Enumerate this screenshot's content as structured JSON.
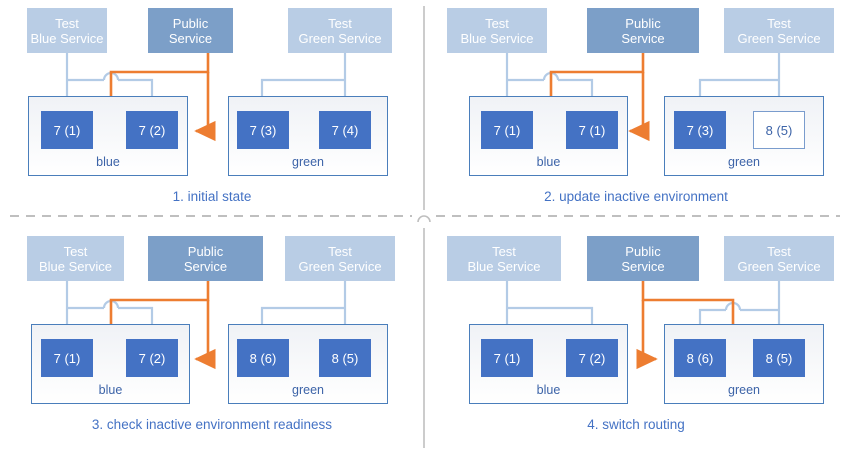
{
  "colors": {
    "test_service_bg": "#b9cde5",
    "public_service_bg": "#7c9fc8",
    "node_bg": "#4472c4",
    "node_text": "#ffffff",
    "outline_node_border": "#7a9ccd",
    "outline_node_text": "#3d64a8",
    "env_border": "#4a7ebb",
    "arrow_blue": "#b3cbe6",
    "arrow_orange": "#ed7d31",
    "caption_text": "#4472c4",
    "divider": "#bfbfbf"
  },
  "labels": {
    "test_blue_service": "Test\nBlue Service",
    "test_blue_line1": "Test",
    "test_blue_line2": "Blue Service",
    "public_line1": "Public",
    "public_line2": "Service",
    "test_green_line1": "Test",
    "test_green_line2": "Green Service",
    "env_blue": "blue",
    "env_green": "green"
  },
  "panels": [
    {
      "id": "panel-1",
      "caption": "1. initial state",
      "blue_nodes": [
        {
          "label": "7 (1)",
          "style": "filled"
        },
        {
          "label": "7 (2)",
          "style": "filled"
        }
      ],
      "green_nodes": [
        {
          "label": "7 (3)",
          "style": "filled"
        },
        {
          "label": "7 (4)",
          "style": "filled"
        }
      ],
      "public_routes_to": "blue"
    },
    {
      "id": "panel-2",
      "caption": "2. update inactive environment",
      "blue_nodes": [
        {
          "label": "7 (1)",
          "style": "filled"
        },
        {
          "label": "7 (1)",
          "style": "filled"
        }
      ],
      "green_nodes": [
        {
          "label": "7 (3)",
          "style": "filled"
        },
        {
          "label": "8 (5)",
          "style": "outline"
        }
      ],
      "public_routes_to": "blue"
    },
    {
      "id": "panel-3",
      "caption": "3. check inactive environment readiness",
      "blue_nodes": [
        {
          "label": "7 (1)",
          "style": "filled"
        },
        {
          "label": "7 (2)",
          "style": "filled"
        }
      ],
      "green_nodes": [
        {
          "label": "8 (6)",
          "style": "filled"
        },
        {
          "label": "8 (5)",
          "style": "filled"
        }
      ],
      "public_routes_to": "blue"
    },
    {
      "id": "panel-4",
      "caption": "4. switch routing",
      "blue_nodes": [
        {
          "label": "7 (1)",
          "style": "filled"
        },
        {
          "label": "7 (2)",
          "style": "filled"
        }
      ],
      "green_nodes": [
        {
          "label": "8 (6)",
          "style": "filled"
        },
        {
          "label": "8 (5)",
          "style": "filled"
        }
      ],
      "public_routes_to": "green"
    }
  ]
}
